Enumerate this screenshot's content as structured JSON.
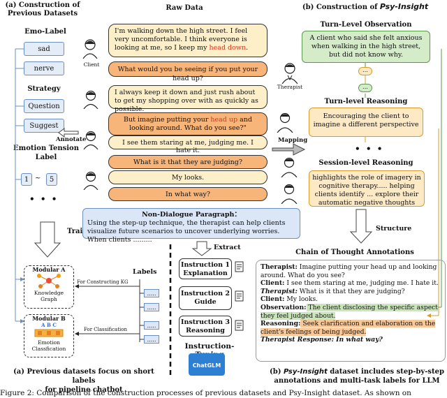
{
  "headers": {
    "left": "(a) Construction of\nPrevious Datasets",
    "raw": "Raw Data",
    "right_prefix": "(b) Construction of",
    "right_brand": "Psy-Insight"
  },
  "left": {
    "emo_label": "Emo-Label",
    "emo_items": [
      "sad",
      "nerve"
    ],
    "strategy": "Strategy",
    "strategy_items": [
      "Question",
      "Suggest"
    ],
    "emotion_tension": "Emotion Tension\nLabel",
    "tension_from": "1",
    "tension_to": "5",
    "tilde": "~",
    "more": "• • •",
    "annotate": "Annotate",
    "train": "Train"
  },
  "dialogue": [
    {
      "type": "client",
      "pre": "I'm walking down the high street. I feel very uncomfortable. I think everyone is looking at me, so I keep my ",
      "hl": "head down",
      "post": "."
    },
    {
      "type": "therapist",
      "pre": "What would you be seeing if you put your head up?",
      "hl": "",
      "post": ""
    },
    {
      "type": "client",
      "pre": "I always keep it down and just rush about to get my shopping over with as quickly as possible.",
      "hl": "",
      "post": ""
    },
    {
      "type": "therapist",
      "pre": "But imagine putting your ",
      "hl": "head up",
      "post": " and looking around. What do you see?\""
    },
    {
      "type": "client",
      "pre": "I see them staring at me, judging me. I hate it.",
      "hl": "",
      "post": ""
    },
    {
      "type": "therapist",
      "pre": "What is it that they are judging?",
      "hl": "",
      "post": ""
    },
    {
      "type": "client",
      "pre": "My looks.",
      "hl": "",
      "post": ""
    },
    {
      "type": "therapist",
      "pre": "In what way?",
      "hl": "",
      "post": ""
    }
  ],
  "roles": {
    "client": "Client",
    "therapist": "Therapist"
  },
  "mapping": "Mapping",
  "non_dialogue": {
    "title": "Non-Dialogue Paragraph：",
    "text": "Using the step-up technique, the therapist can help clients visualize future scenarios to uncover underlying worries. When clients ........."
  },
  "right": {
    "turn_obs": "Turn-Level Observation",
    "turn_obs_text": "A client who said she felt anxious when walking in the high street, but did not know why.",
    "ellipsis": "...",
    "turn_reason": "Turn-level Reasoning",
    "turn_reason_text": "Encouraging the client to imagine a different perspective",
    "session_reason": "Session-level Reasoning",
    "session_reason_text": "highlights the role of imagery in cognitive therapy..... helping clients identify ... explore their automatic negative thoughts",
    "structure": "Structure",
    "cot_title": "Chain of Thought Annotations",
    "more": "• • •"
  },
  "cot": [
    {
      "label": "Therapist:",
      "text": " Imagine putting your head up and looking around. What do you see?",
      "style": "",
      "italic": false
    },
    {
      "label": "Client:",
      "text": " I see them staring at me, judging me. I hate it.",
      "style": "",
      "italic": false
    },
    {
      "label": "Therapist:",
      "text": " What is it that they are judging?",
      "style": "",
      "italic": true
    },
    {
      "label": "Client:",
      "text": " My looks.",
      "style": "",
      "italic": false
    },
    {
      "label": "Observation:",
      "text": " The client disclosing the specific aspect they feel judged about.",
      "style": "g",
      "italic": false
    },
    {
      "label": "Reasoning:",
      "text": " Seek clarification and elaboration on the client's feelings of being judged.",
      "style": "o",
      "italic": false
    },
    {
      "label": "Therapist Response:",
      "text": " In what way?",
      "style": "",
      "italic": true
    }
  ],
  "bottom_left": {
    "mod_a": "Modular A",
    "kg": "Knowledge\nGraph",
    "mod_b": "Modular B",
    "ec": "Emotion\nClassfication",
    "abc": "A  B  C",
    "labels": "Labels",
    "for_kg": "For Constructing KG",
    "for_cls": "For Classification",
    "mini": "....."
  },
  "extract": "Extract",
  "instructions": [
    {
      "name": "Instruction 1",
      "task": "Explanation"
    },
    {
      "name": "Instruction 2",
      "task": "Guide"
    },
    {
      "name": "Instruction 3",
      "task": "Reasoning"
    }
  ],
  "instruction_tuning": "Instruction-Tuning",
  "chatglm": "ChatGLM",
  "captions": {
    "left": "(a) Previous datasets focus on short labels\nfor pipeline chatbot",
    "right_pre": "(b)",
    "right_brand": "Psy-Insight",
    "right_post": " dataset includes step-by-step\nannotations and multi-task labels for LLM"
  },
  "figure_caption": "Figure 2: Comparison of the construction processes of previous datasets and Psy-Insight dataset. As shown on"
}
